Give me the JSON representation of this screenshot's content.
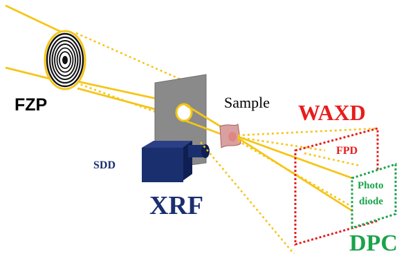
{
  "labels": {
    "fzp": "FZP",
    "sample": "Sample",
    "waxd": "WAXD",
    "fpd": "FPD",
    "sdd": "SDD",
    "xrf": "XRF",
    "photodiode_line1": "Photo",
    "photodiode_line2": "diode",
    "dpc": "DPC"
  },
  "colors": {
    "beam": "#f5c518",
    "zone_plate_ring": "#111111",
    "screen": "#8a8a8a",
    "detector": "#1a2f6e",
    "sample": "#d9a0a0",
    "fzp_text": "#000000",
    "sample_text": "#000000",
    "waxd": "#e81c1c",
    "sdd_xrf": "#1a2f6e",
    "dpc": "#1aa34a"
  }
}
